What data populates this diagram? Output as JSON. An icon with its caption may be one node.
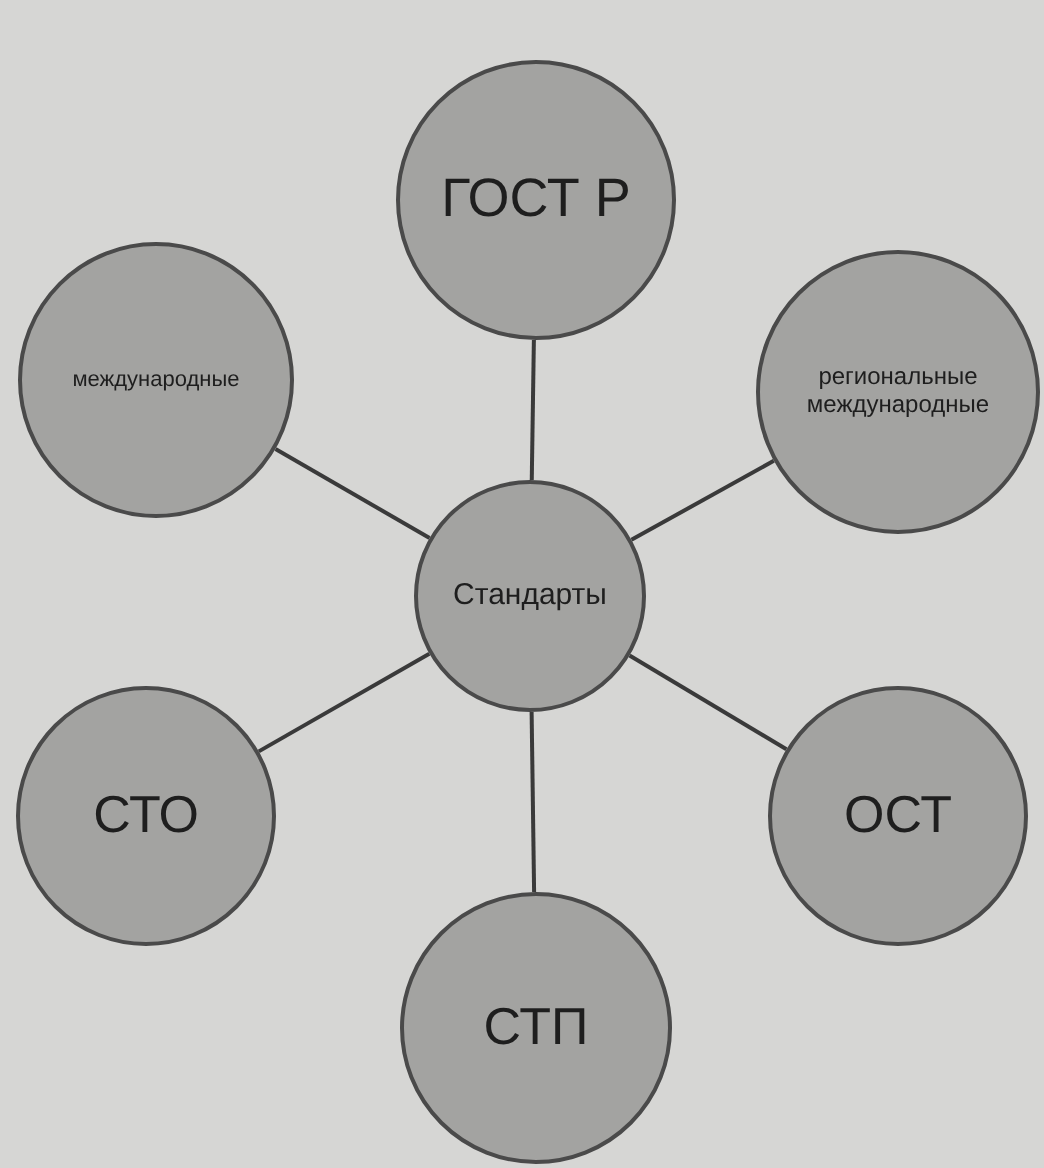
{
  "diagram": {
    "nodes": [
      {
        "text": [
          "ГОСТ Р"
        ]
      },
      {
        "text": [
          "международные"
        ]
      },
      {
        "text": [
          "региональные международные"
        ]
      },
      {
        "text": [
          "Стандарты"
        ]
      },
      {
        "text": [
          "СТО"
        ]
      },
      {
        "text": [
          "ОСТ"
        ]
      },
      {
        "text": [
          "СТП"
        ]
      }
    ],
    "edges": [
      {
        "from": 3,
        "to": 0,
        "arrow": "none"
      },
      {
        "from": 3,
        "to": 1,
        "arrow": "none"
      },
      {
        "from": 3,
        "to": 2,
        "arrow": "none"
      },
      {
        "from": 3,
        "to": 4,
        "arrow": "none"
      },
      {
        "from": 3,
        "to": 5,
        "arrow": "none"
      },
      {
        "from": 3,
        "to": 6,
        "arrow": "none"
      }
    ]
  }
}
